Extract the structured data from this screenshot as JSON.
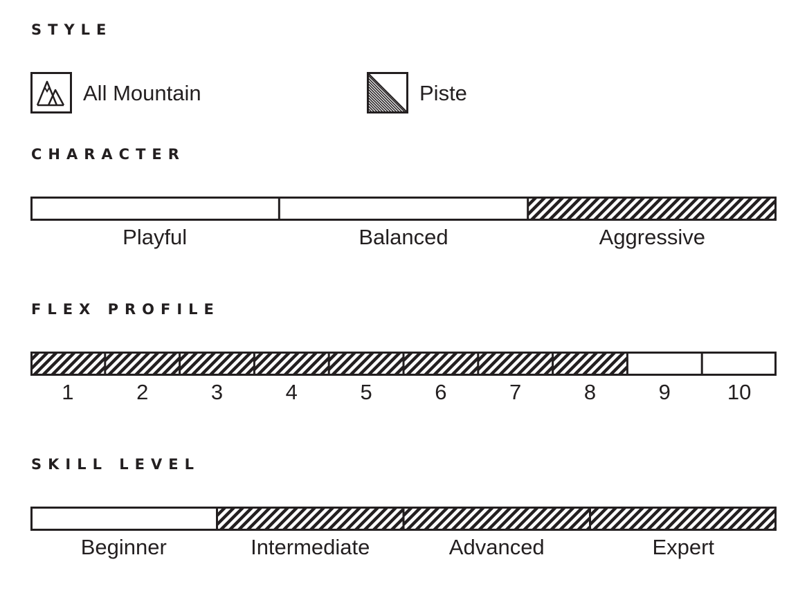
{
  "style": {
    "heading": "STYLE",
    "items": [
      {
        "label": "All Mountain",
        "icon": "mountain-icon"
      },
      {
        "label": "Piste",
        "icon": "hatched-triangle-icon"
      }
    ]
  },
  "character": {
    "heading": "CHARACTER",
    "segments": [
      "Playful",
      "Balanced",
      "Aggressive"
    ],
    "active": [
      false,
      false,
      true
    ]
  },
  "flex_profile": {
    "heading": "FLEX PROFILE",
    "segments": [
      "1",
      "2",
      "3",
      "4",
      "5",
      "6",
      "7",
      "8",
      "9",
      "10"
    ],
    "active": [
      true,
      true,
      true,
      true,
      true,
      true,
      true,
      true,
      false,
      false
    ]
  },
  "skill_level": {
    "heading": "SKILL LEVEL",
    "segments": [
      "Beginner",
      "Intermediate",
      "Advanced",
      "Expert"
    ],
    "active": [
      false,
      true,
      true,
      true
    ]
  },
  "colors": {
    "ink": "#231f20",
    "background": "#ffffff"
  }
}
